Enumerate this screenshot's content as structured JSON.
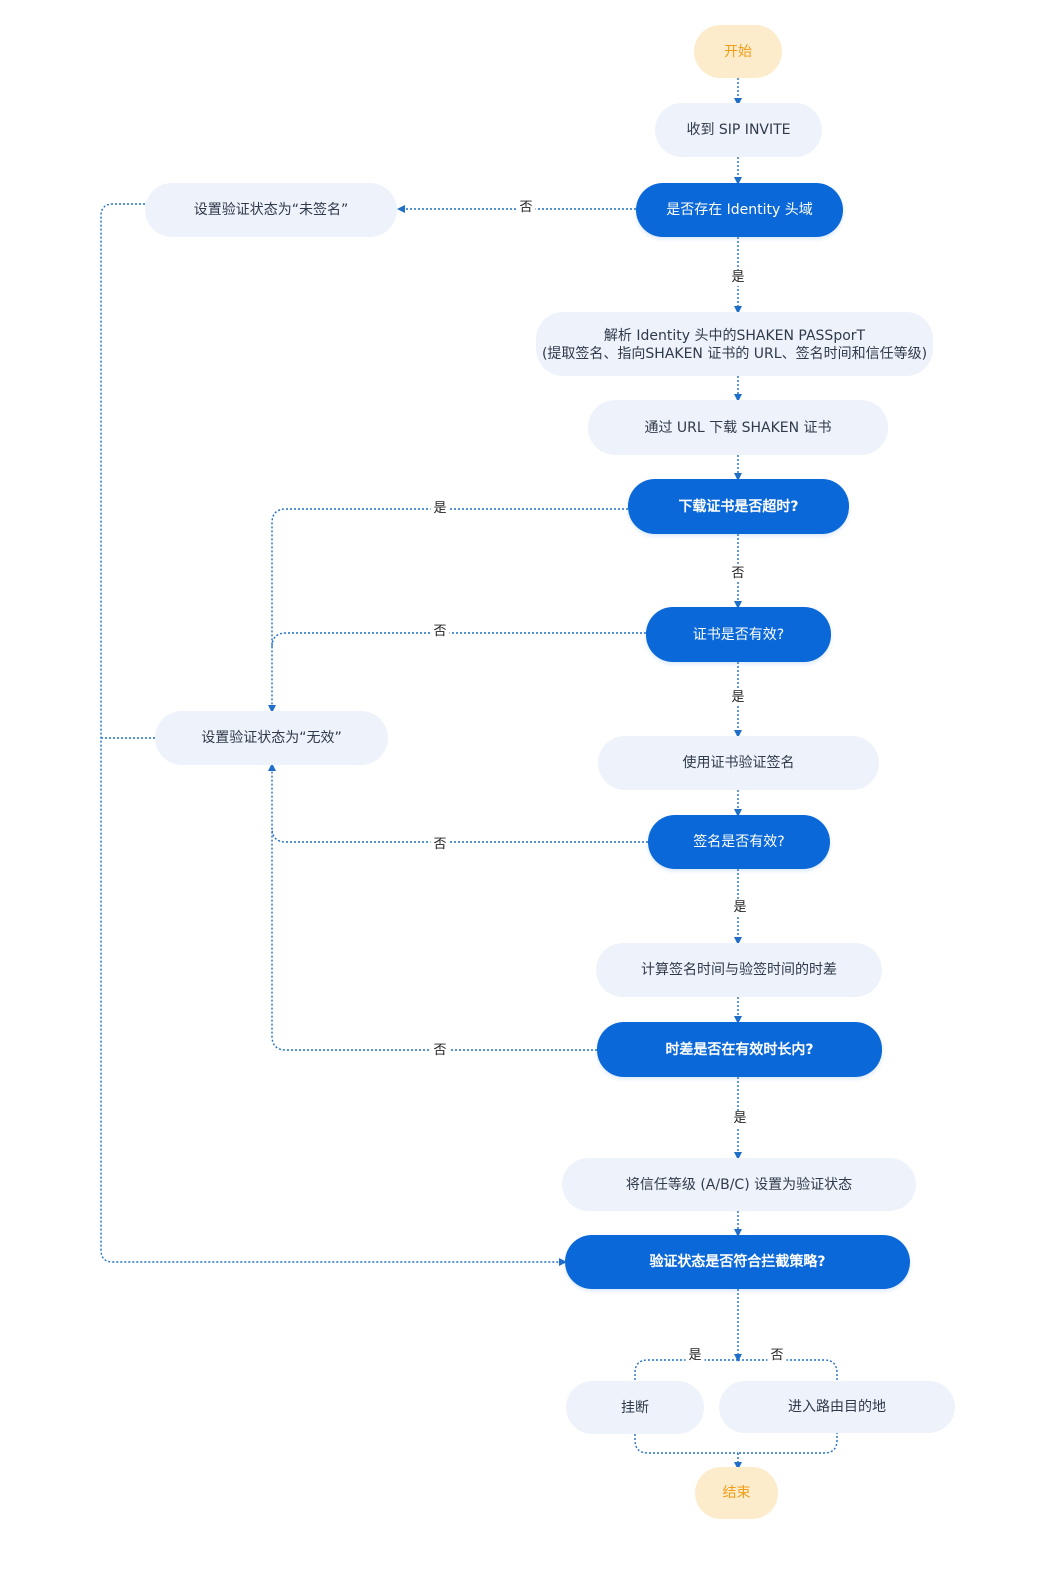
{
  "colors": {
    "decision": "#0a68d8",
    "process": "#eef3fb",
    "terminal_fill": "#fdeccc",
    "terminal_text": "#f29d17",
    "connector": "#1f6fc8"
  },
  "nodes": {
    "start": "开始",
    "receive": "收到 SIP INVITE",
    "has_identity": "是否存在 Identity 头域",
    "set_unsigned": "设置验证状态为“未签名”",
    "parse_line1": "解析 Identity 头中的SHAKEN PASSporT",
    "parse_line2": "(提取签名、指向SHAKEN 证书的 URL、签名时间和信任等级)",
    "download": "通过 URL 下载 SHAKEN 证书",
    "timeout": "下载证书是否超时?",
    "cert_valid": "证书是否有效?",
    "set_invalid": "设置验证状态为“无效”",
    "verify_sig": "使用证书验证签名",
    "sig_valid": "签名是否有效?",
    "calc_diff": "计算签名时间与验签时间的时差",
    "in_window": "时差是否在有效时长内?",
    "set_level": "将信任等级 (A/B/C) 设置为验证状态",
    "policy": "验证状态是否符合拦截策略?",
    "hangup": "挂断",
    "route": "进入路由目的地",
    "end": "结束"
  },
  "edge_labels": {
    "identity_no": "否",
    "identity_yes": "是",
    "timeout_yes": "是",
    "timeout_no": "否",
    "cert_no": "否",
    "cert_yes": "是",
    "sig_no": "否",
    "sig_yes": "是",
    "window_no": "否",
    "window_yes": "是",
    "policy_yes": "是",
    "policy_no": "否"
  }
}
